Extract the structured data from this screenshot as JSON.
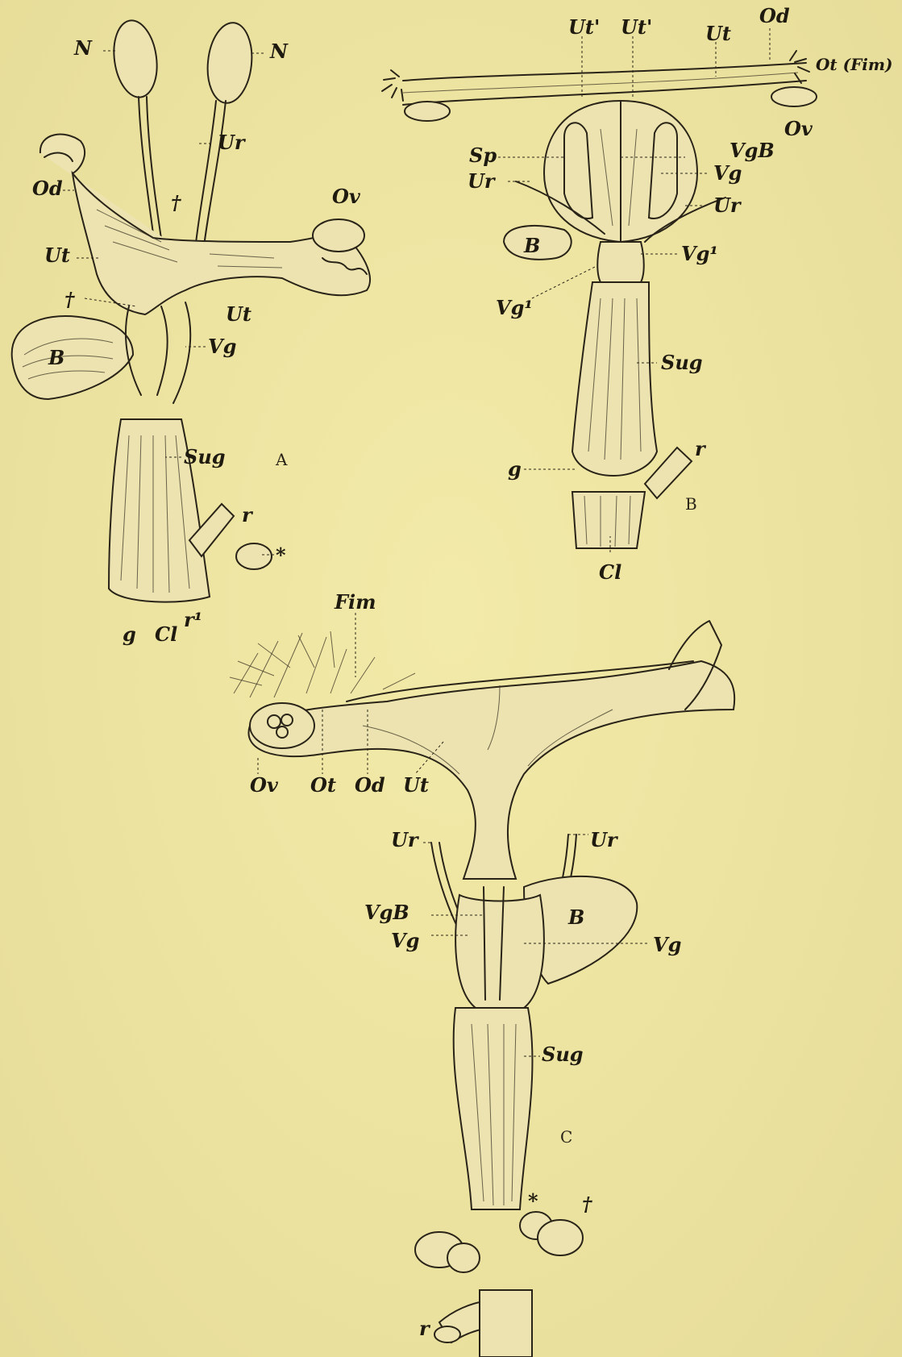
{
  "figures": {
    "A": {
      "panel_letter": "A",
      "labels": [
        "N",
        "N",
        "Ur",
        "Od",
        "†",
        "Ov",
        "Ut",
        "†",
        "Ut",
        "B",
        "Vg",
        "Sug",
        "r",
        "*",
        "g",
        "Cl",
        "r¹"
      ]
    },
    "B": {
      "panel_letter": "B",
      "labels": [
        "Ut'",
        "Ut'",
        "Ut",
        "Od",
        "Ot (Fim)",
        "Ov",
        "Sp",
        "VgB",
        "Ur",
        "Vg",
        "Ur",
        "B",
        "Vg¹",
        "Vg¹",
        "Sug",
        "r",
        "g",
        "Cl"
      ]
    },
    "C": {
      "panel_letter": "C",
      "labels": [
        "Fim",
        "Ov",
        "Ot",
        "Od",
        "Ut",
        "Ur",
        "Ur",
        "VgB",
        "B",
        "Vg",
        "Vg",
        "Sug",
        "*",
        "†",
        "r"
      ]
    }
  },
  "colors": {
    "paper": "#efe7a3",
    "ink": "#2a2418"
  }
}
